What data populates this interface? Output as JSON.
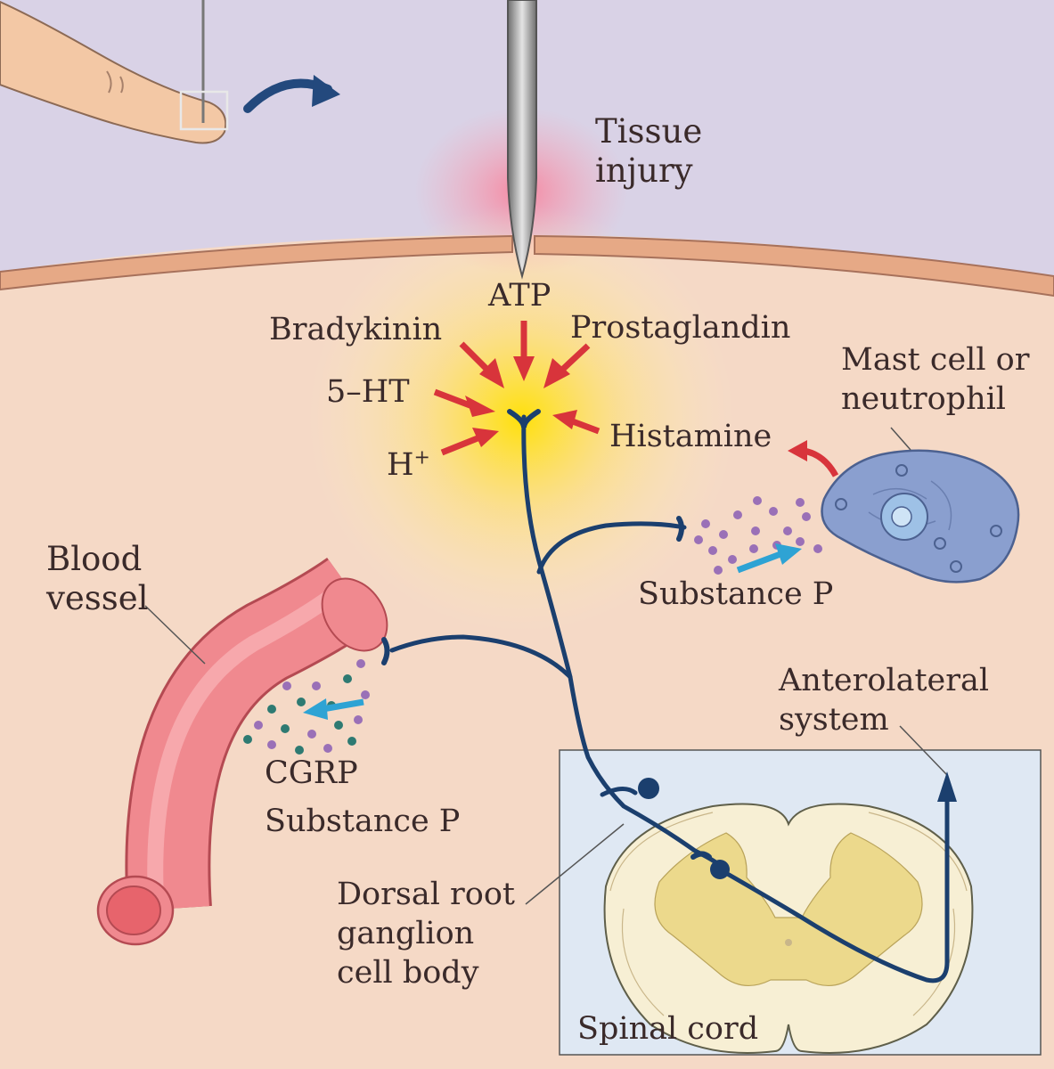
{
  "labels": {
    "tissue_injury": [
      "Tissue",
      "injury"
    ],
    "atp": "ATP",
    "bradykinin": "Bradykinin",
    "prostaglandin": "Prostaglandin",
    "five_ht": "5–HT",
    "h_base": "H",
    "h_sup": "+",
    "histamine": "Histamine",
    "mast_cell": [
      "Mast cell or",
      "neutrophil"
    ],
    "substance_p_right": "Substance P",
    "blood_vessel": [
      "Blood",
      "vessel"
    ],
    "cgrp": "CGRP",
    "substance_p_left": "Substance P",
    "anterolateral": [
      "Anterolateral",
      "system"
    ],
    "drg": [
      "Dorsal root",
      "ganglion",
      "cell body"
    ],
    "spinal_cord": "Spinal cord"
  },
  "colors": {
    "sky": "#d9d2e6",
    "tissue": "#f5d9c6",
    "skin_band": "#e6a986",
    "nerve": "#1b3f6e",
    "chem_arrow": "#d8343b",
    "release_arrow": "#2ea3d4",
    "vessel": "#f0898f",
    "mast_cell": "#8a9fcf",
    "inset_box": "#dfe8f3",
    "cord": "#f7efd4",
    "gray_matter": "#ecd98c",
    "dot_purple": "#9a70b7",
    "dot_teal": "#2e7a72"
  },
  "icons": [
    "needle-icon",
    "finger-icon",
    "curved-arrow-icon"
  ]
}
